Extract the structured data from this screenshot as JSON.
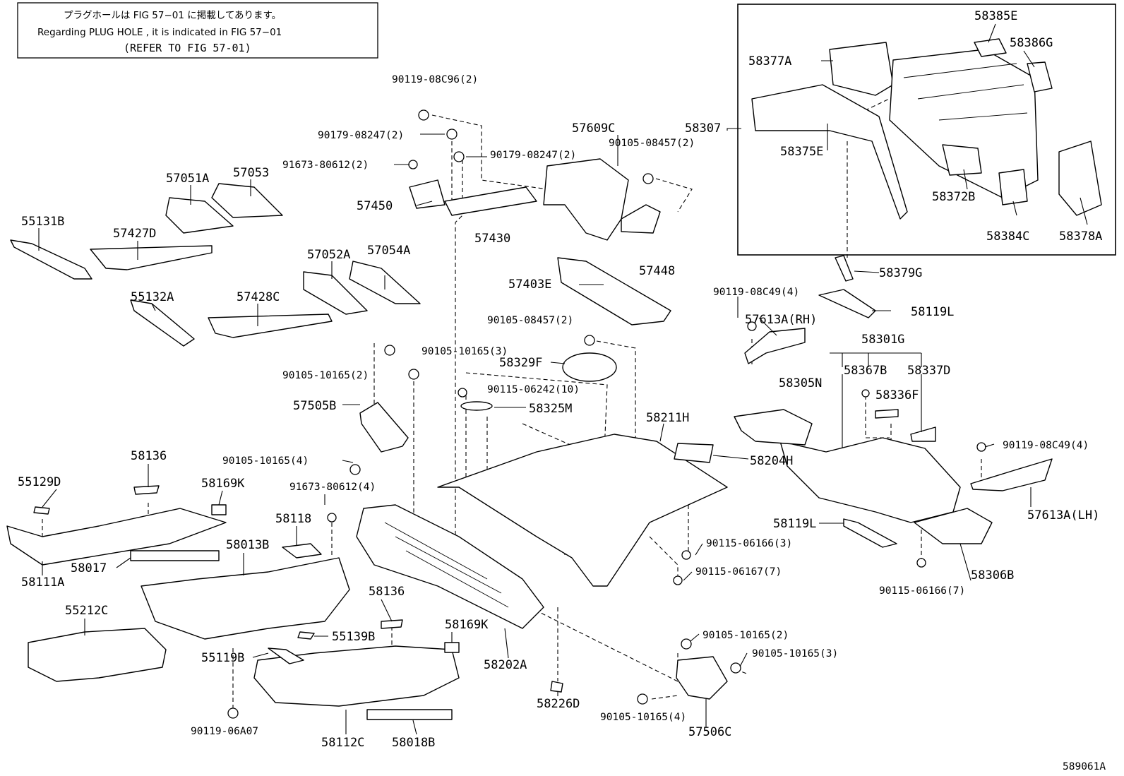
{
  "note": {
    "line1": "プラグホールは FIG  57−01 に掲載してあります。",
    "line2": "Regarding  PLUG  HOLE , it is indicated in FIG  57−01",
    "line3": "(REFER TO FIG 57-01)"
  },
  "figure_id": "589061A",
  "labels": {
    "b_90119_08C96": "90119-08C96(2)",
    "b_90179_08247_a": "90179-08247(2)",
    "b_90179_08247_b": "90179-08247(2)",
    "b_91673_80612_a": "91673-80612(2)",
    "p_57609C": "57609C",
    "b_90105_08457_a": "90105-08457(2)",
    "p_58307": "58307",
    "p_57051A": "57051A",
    "p_57053": "57053",
    "p_57450": "57450",
    "p_57430": "57430",
    "p_55131B": "55131B",
    "p_57427D": "57427D",
    "p_57448": "57448",
    "p_57052A": "57052A",
    "p_57054A": "57054A",
    "p_57403E": "57403E",
    "p_55132A": "55132A",
    "p_57428C": "57428C",
    "b_90105_08457_b": "90105-08457(2)",
    "b_90105_10165_a": "90105-10165(3)",
    "b_90105_10165_b": "90105-10165(2)",
    "p_58329F": "58329F",
    "b_90115_06242": "90115-06242(10)",
    "p_57505B": "57505B",
    "p_58325M": "58325M",
    "p_58211H": "58211H",
    "p_58204H": "58204H",
    "b_90105_10165_c": "90105-10165(4)",
    "p_58136_a": "58136",
    "p_55129D": "55129D",
    "p_58169K_a": "58169K",
    "b_91673_80612_b": "91673-80612(4)",
    "p_58118": "58118",
    "p_58013B": "58013B",
    "p_58017": "58017",
    "p_58111A": "58111A",
    "p_55212C": "55212C",
    "p_58136_b": "58136",
    "p_58169K_b": "58169K",
    "p_55139B": "55139B",
    "p_55119B": "55119B",
    "p_58202A": "58202A",
    "p_58226D": "58226D",
    "b_90119_06A07": "90119-06A07",
    "p_58112C": "58112C",
    "p_58018B": "58018B",
    "b_90115_06166_a": "90115-06166(3)",
    "b_90115_06167": "90115-06167(7)",
    "b_90105_10165_d": "90105-10165(2)",
    "b_90105_10165_e": "90105-10165(3)",
    "b_90105_10165_f": "90105-10165(4)",
    "p_57506C": "57506C",
    "p_58385E": "58385E",
    "p_58386G": "58386G",
    "p_58377A": "58377A",
    "p_58375E": "58375E",
    "p_58372B": "58372B",
    "p_58384C": "58384C",
    "p_58378A": "58378A",
    "p_58379G": "58379G",
    "b_90119_08C49_a": "90119-08C49(4)",
    "p_57613A_RH": "57613A(RH)",
    "p_58119L_a": "58119L",
    "p_58301G": "58301G",
    "p_58367B": "58367B",
    "p_58337D": "58337D",
    "p_58305N": "58305N",
    "p_58336F": "58336F",
    "b_90119_08C49_b": "90119-08C49(4)",
    "p_57613A_LH": "57613A(LH)",
    "p_58119L_b": "58119L",
    "p_58306B": "58306B",
    "b_90115_06166_b": "90115-06166(7)"
  }
}
